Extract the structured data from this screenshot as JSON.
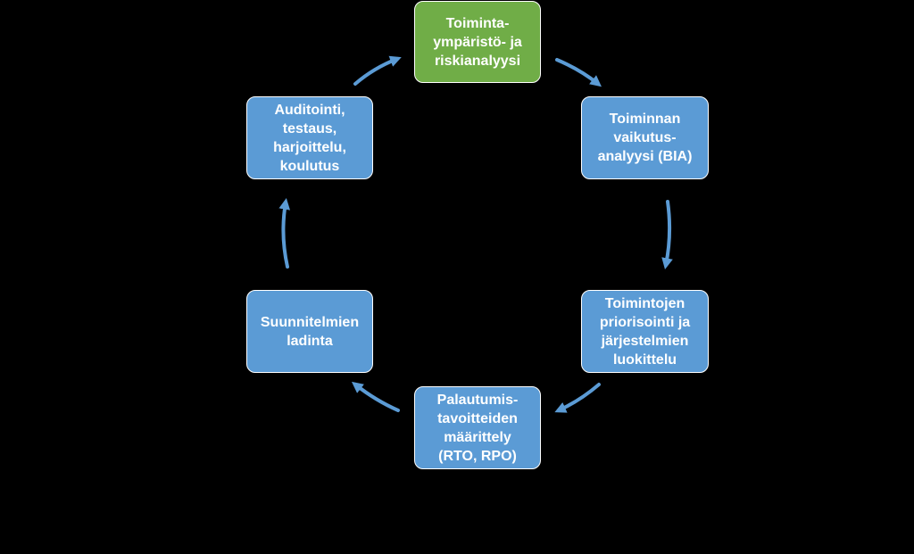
{
  "colors": {
    "background": "#000000",
    "highlight_node": "#70ad47",
    "node": "#5b9bd5",
    "arrow": "#5b9bd5",
    "text": "#ffffff"
  },
  "nodes": [
    {
      "id": "toimintaymparisto",
      "label": "Toiminta-\nympäristö- ja\nriskianalyysi",
      "highlight": true
    },
    {
      "id": "bia",
      "label": "Toiminnan\nvaikutus-\nanalyysi (BIA)",
      "highlight": false
    },
    {
      "id": "priorisointi",
      "label": "Toimintojen\npriorisointi ja\njärjestelmien\nluokittelu",
      "highlight": false
    },
    {
      "id": "palautumistavoitteet",
      "label": "Palautumis-\ntavoitteiden\nmäärittely\n(RTO, RPO)",
      "highlight": false
    },
    {
      "id": "suunnitelmat",
      "label": "Suunnitelmien\nladinta",
      "highlight": false
    },
    {
      "id": "auditointi",
      "label": "Auditointi,\ntestaus,\nharjoittelu,\nkoulutus",
      "highlight": false
    }
  ]
}
